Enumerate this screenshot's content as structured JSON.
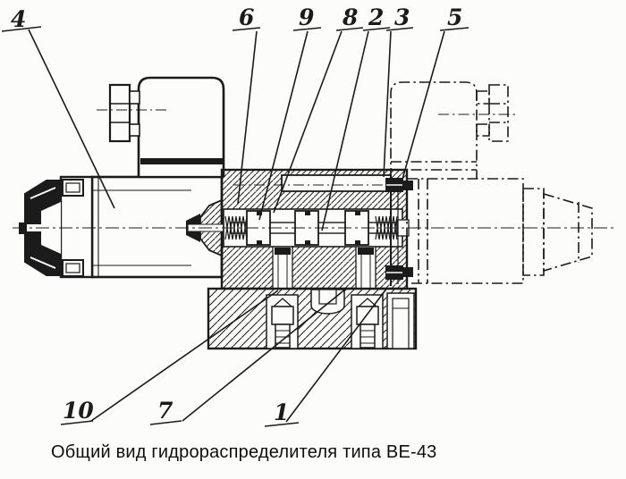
{
  "figure": {
    "caption": "Общий вид гидрораспределителя типа ВЕ-43",
    "model": "ВЕ-43",
    "view": "sectional general view drawing",
    "colors": {
      "paper": "#fcfcfa",
      "ink": "#1b1b1b"
    }
  },
  "callouts": [
    {
      "label": "4"
    },
    {
      "label": "6"
    },
    {
      "label": "9"
    },
    {
      "label": "8"
    },
    {
      "label": "2"
    },
    {
      "label": "3"
    },
    {
      "label": "5"
    },
    {
      "label": "10"
    },
    {
      "label": "7"
    },
    {
      "label": "1"
    }
  ]
}
